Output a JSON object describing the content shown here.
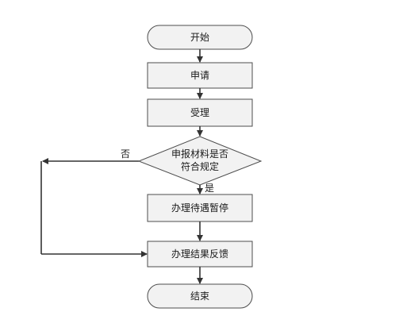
{
  "flowchart": {
    "nodes": {
      "start": "开始",
      "apply": "申请",
      "accept": "受理",
      "decision_line1": "申报材料是否",
      "decision_line2": "符合规定",
      "suspend": "办理待遇暂停",
      "feedback": "办理结果反馈",
      "end": "结束"
    },
    "edge_labels": {
      "no": "否",
      "yes": "是"
    }
  }
}
